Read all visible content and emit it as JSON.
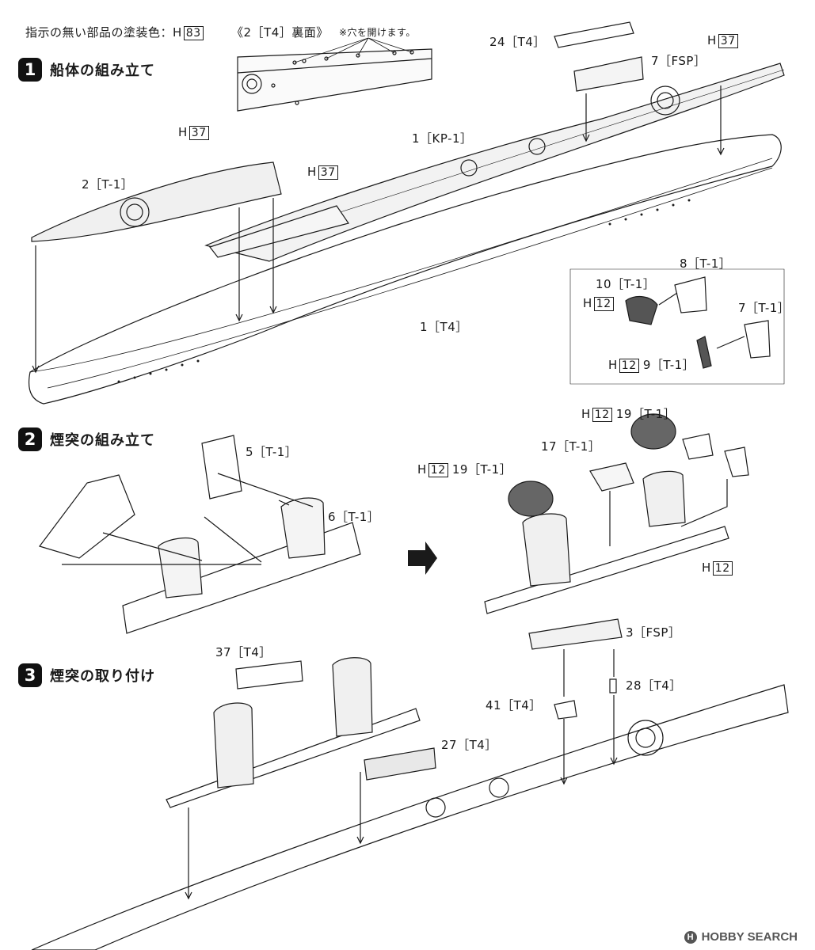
{
  "header": {
    "paint_note": "指示の無い部品の塗装色：H",
    "paint_code": "83",
    "underside_title": "《2［T4］裏面》",
    "hole_note": "※穴を開けます。"
  },
  "steps": [
    {
      "num": "1",
      "title": "船体の組み立て"
    },
    {
      "num": "2",
      "title": "煙突の組み立て"
    },
    {
      "num": "3",
      "title": "煙突の取り付け"
    }
  ],
  "step1": {
    "p24": "24［T4］",
    "p7fsp": "7［FSP］",
    "h37_stern": "37",
    "h37_bow": "37",
    "h37_mid": "37",
    "p1kp": "1［KP-1］",
    "p2t1": "2［T-1］",
    "p1t4": "1［T4］",
    "p8": "8［T-1］",
    "p10": "10［T-1］",
    "h12_a": "12",
    "p7t1": "7［T-1］",
    "h12_b": "12",
    "p9": "9［T-1］"
  },
  "step2": {
    "p5": "5［T-1］",
    "p6": "6［T-1］",
    "h12_c": "12",
    "p19a": "19［T-1］",
    "p17": "17［T-1］",
    "h12_d": "12",
    "p19b": "19［T-1］",
    "h12_e": "12"
  },
  "step3": {
    "p37": "37［T4］",
    "p3fsp": "3［FSP］",
    "p28": "28［T4］",
    "p41": "41［T4］",
    "p27": "27［T4］"
  },
  "watermark": {
    "logo": "H",
    "text": "HOBBY SEARCH"
  }
}
